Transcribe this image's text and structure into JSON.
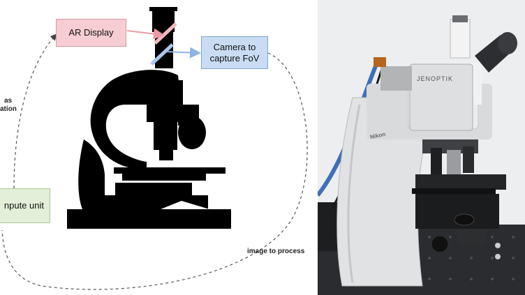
{
  "diagram": {
    "ar_display": "AR Display",
    "camera_line1": "Camera to",
    "camera_line2": "capture FoV",
    "compute_unit": "npute unit",
    "side_text_line1": "as",
    "side_text_line2": "ation",
    "image_to_process": "image to process"
  },
  "photo": {
    "brand_head": "JENOPTIK",
    "brand_body": "Nikon"
  },
  "colors": {
    "ar_fill": "#f6cdd3",
    "camera_fill": "#c9dcf4",
    "compute_fill": "#e3efd9",
    "ar_arrow": "#ef9aa6",
    "camera_arrow": "#8db3e6",
    "silhouette": "#000000"
  }
}
